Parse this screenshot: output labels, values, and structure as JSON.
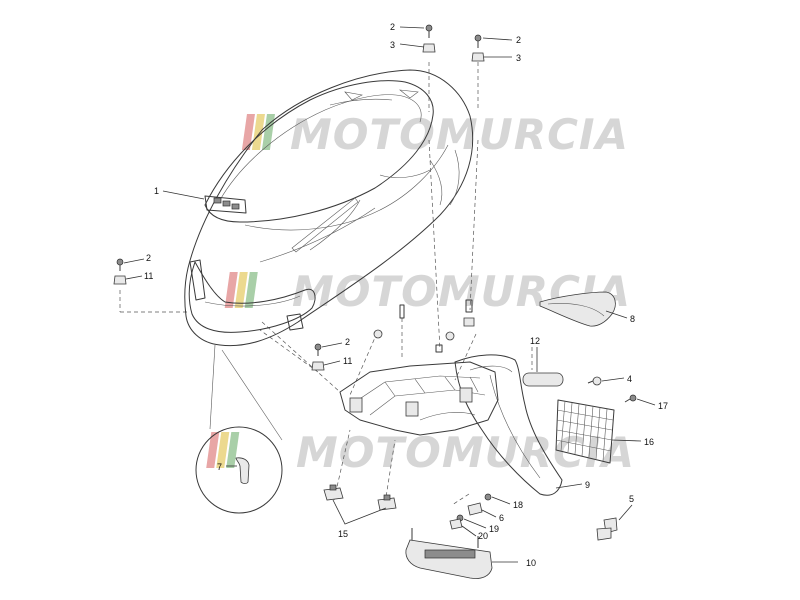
{
  "diagram": {
    "watermark_text": "MOTOMURCIA",
    "callouts": [
      {
        "id": "c1",
        "label": "1"
      },
      {
        "id": "c2a",
        "label": "2"
      },
      {
        "id": "c3a",
        "label": "3"
      },
      {
        "id": "c2b",
        "label": "2"
      },
      {
        "id": "c3b",
        "label": "3"
      },
      {
        "id": "c2c",
        "label": "2"
      },
      {
        "id": "c11a",
        "label": "11"
      },
      {
        "id": "c2d",
        "label": "2"
      },
      {
        "id": "c11b",
        "label": "11"
      },
      {
        "id": "c8",
        "label": "8"
      },
      {
        "id": "c12",
        "label": "12"
      },
      {
        "id": "c4",
        "label": "4"
      },
      {
        "id": "c17",
        "label": "17"
      },
      {
        "id": "c16",
        "label": "16"
      },
      {
        "id": "c7",
        "label": "7"
      },
      {
        "id": "c9",
        "label": "9"
      },
      {
        "id": "c18",
        "label": "18"
      },
      {
        "id": "c5",
        "label": "5"
      },
      {
        "id": "c6",
        "label": "6"
      },
      {
        "id": "c19",
        "label": "19"
      },
      {
        "id": "c20",
        "label": "20"
      },
      {
        "id": "c15",
        "label": "15"
      },
      {
        "id": "c10",
        "label": "10"
      }
    ]
  }
}
